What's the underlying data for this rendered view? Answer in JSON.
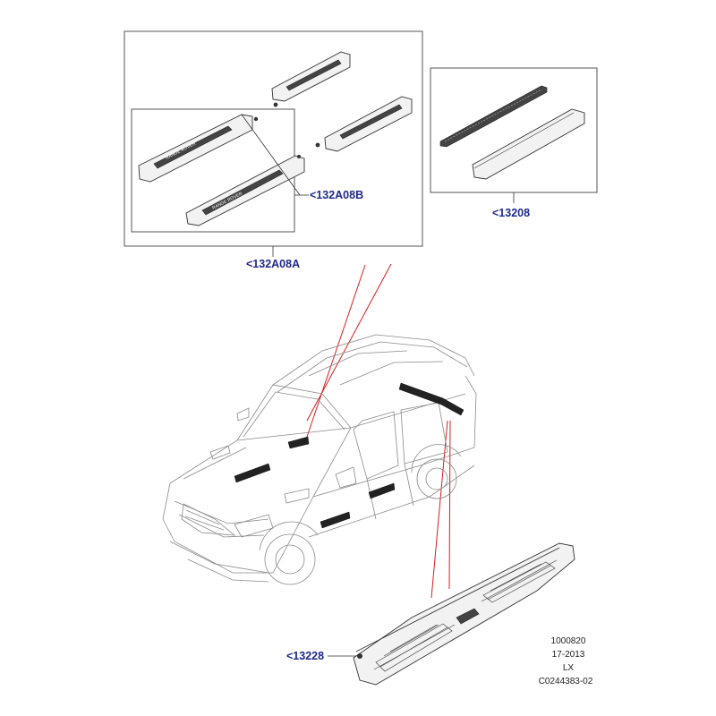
{
  "callouts": {
    "kit_a": "<132A08A",
    "kit_b": "<132A08B",
    "tread_strips": "<13208",
    "rear_scuff": "<13228"
  },
  "part_text": {
    "sill_plate_brand": "RANGE ROVER"
  },
  "info": {
    "line1": "1000820",
    "line2": "17-2013",
    "line3": "LX",
    "line4": "C0244383-02"
  },
  "colors": {
    "callout_text": "#1f2a8a",
    "leader_red": "#d81e1e",
    "outline": "#555555"
  }
}
